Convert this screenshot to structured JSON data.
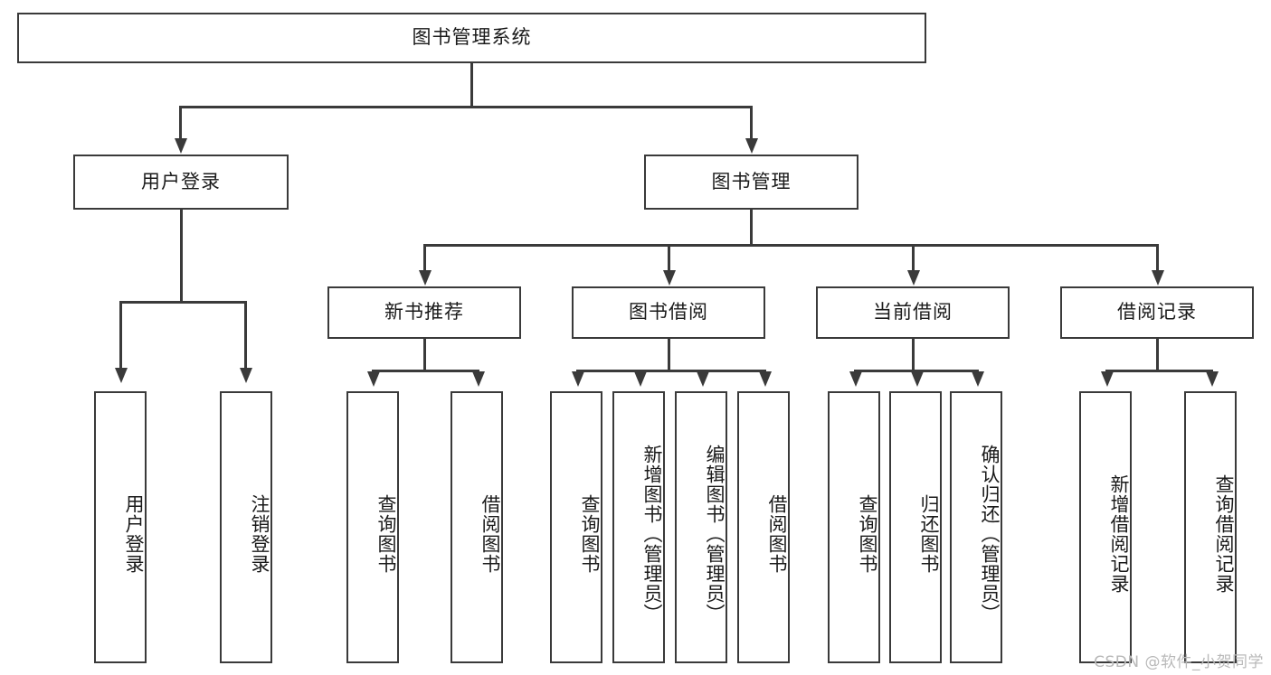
{
  "diagram": {
    "type": "tree-hierarchy",
    "title": "图书管理系统",
    "root": {
      "label": "图书管理系统",
      "orientation": "horizontal"
    },
    "level2": [
      {
        "label": "用户登录",
        "orientation": "horizontal"
      },
      {
        "label": "图书管理",
        "orientation": "horizontal"
      }
    ],
    "level3": [
      {
        "label": "新书推荐",
        "orientation": "horizontal"
      },
      {
        "label": "图书借阅",
        "orientation": "horizontal"
      },
      {
        "label": "当前借阅",
        "orientation": "horizontal"
      },
      {
        "label": "借阅记录",
        "orientation": "horizontal"
      }
    ],
    "leaves": {
      "user_login": [
        {
          "label": "用户登录",
          "orientation": "vertical"
        },
        {
          "label": "注销登录",
          "orientation": "vertical"
        }
      ],
      "new_book_recommend": [
        {
          "label": "查询图书",
          "orientation": "vertical"
        },
        {
          "label": "借阅图书",
          "orientation": "vertical"
        }
      ],
      "book_borrow": [
        {
          "label": "查询图书",
          "orientation": "vertical"
        },
        {
          "label": "新增图书（管理员）",
          "orientation": "vertical"
        },
        {
          "label": "编辑图书（管理员）",
          "orientation": "vertical"
        },
        {
          "label": "借阅图书",
          "orientation": "vertical"
        }
      ],
      "current_borrow": [
        {
          "label": "查询图书",
          "orientation": "vertical"
        },
        {
          "label": "归还图书",
          "orientation": "vertical"
        },
        {
          "label": "确认归还（管理员）",
          "orientation": "vertical"
        }
      ],
      "borrow_record": [
        {
          "label": "新增借阅记录",
          "orientation": "vertical"
        },
        {
          "label": "查询借阅记录",
          "orientation": "vertical"
        }
      ]
    }
  },
  "watermark": {
    "text": "CSDN @软件_小贺同学"
  },
  "colors": {
    "stroke": "#3a3a3a",
    "background": "#ffffff",
    "text": "#1a1a1a",
    "watermark": "#b9b9b9"
  }
}
